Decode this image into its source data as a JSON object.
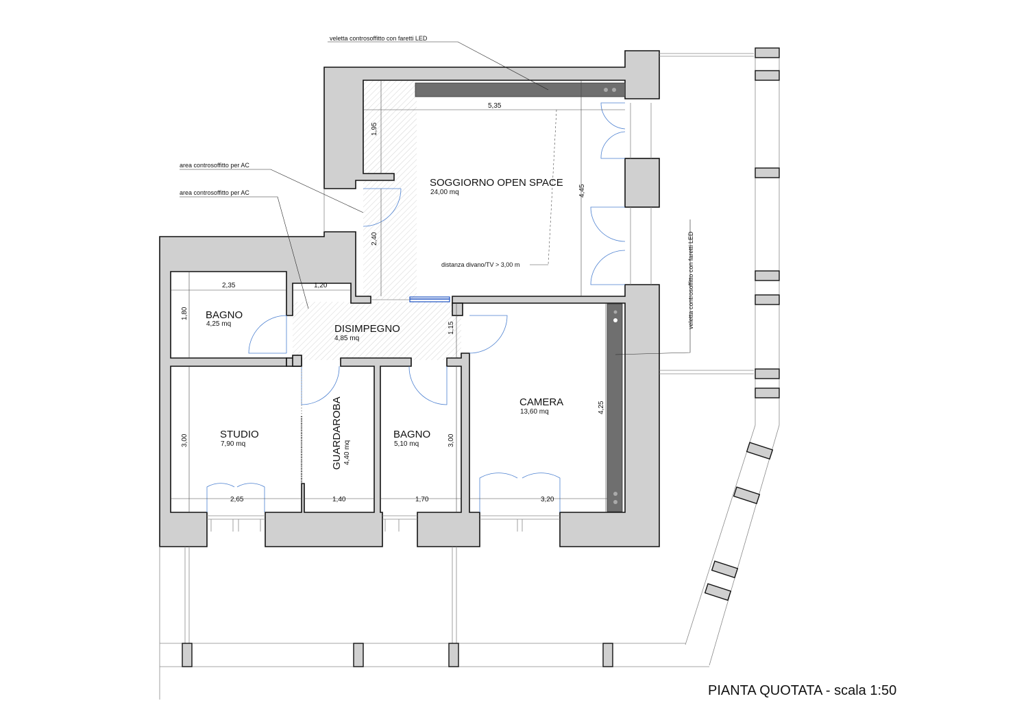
{
  "title": "PIANTA QUOTATA - scala 1:50",
  "rooms": {
    "soggiorno": {
      "name": "SOGGIORNO OPEN SPACE",
      "area": "24,00 mq"
    },
    "bagno1": {
      "name": "BAGNO",
      "area": "4,25 mq"
    },
    "disimpegno": {
      "name": "DISIMPEGNO",
      "area": "4,85 mq"
    },
    "camera": {
      "name": "CAMERA",
      "area": "13,60 mq"
    },
    "studio": {
      "name": "STUDIO",
      "area": "7,90 mq"
    },
    "guardaroba": {
      "name": "GUARDAROBA",
      "area": "4,40 mq"
    },
    "bagno2": {
      "name": "BAGNO",
      "area": "5,10 mq"
    }
  },
  "dimensions": {
    "soggiorno_width": "5,35",
    "soggiorno_height": "4,45",
    "soggiorno_left_top": "1,95",
    "soggiorno_left_bottom": "2,40",
    "bagno1_width": "2,35",
    "bagno1_height": "1,80",
    "disimpegno_width": "1,20",
    "disimpegno_height": "1,15",
    "studio_width": "2,65",
    "studio_height": "3,00",
    "guardaroba_width": "1,40",
    "bagno2_width": "1,70",
    "bagno2_height": "3,00",
    "camera_width": "3,20",
    "camera_height": "4,25"
  },
  "notes": {
    "veletta_top": "veletta controsoffitto con faretti LED",
    "veletta_right": "veletta controsoffitto con faretti LED",
    "ac_1": "area controsoffitto per AC",
    "ac_2": "area controsoffitto per AC",
    "distanza": "distanza divano/TV > 3,00 m"
  }
}
